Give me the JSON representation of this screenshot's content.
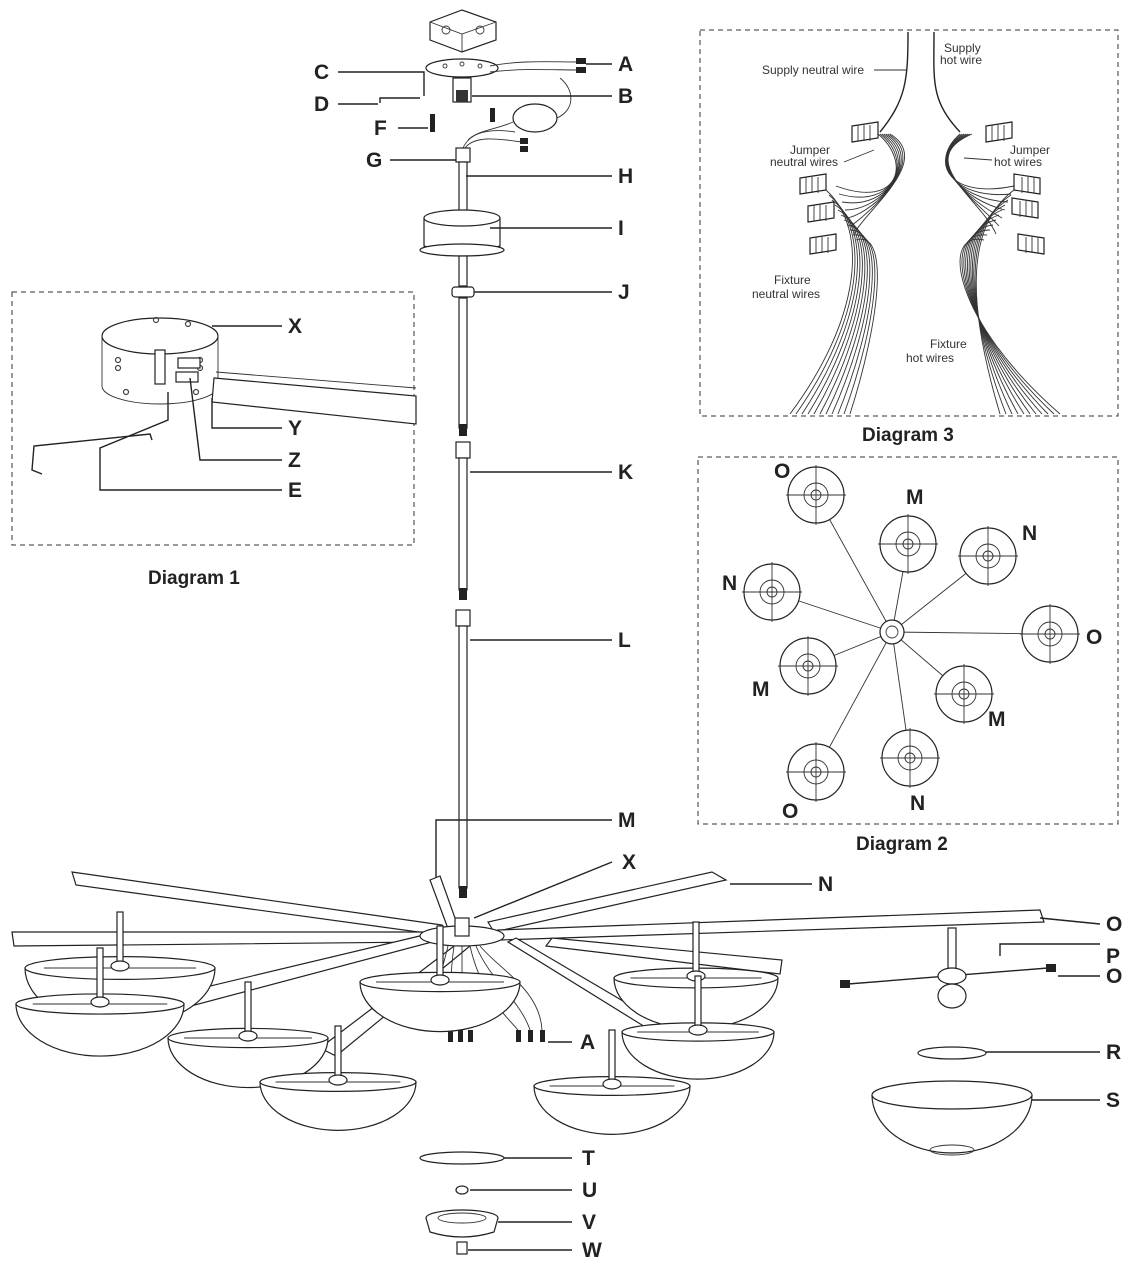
{
  "labels": {
    "A": "A",
    "B": "B",
    "C": "C",
    "D": "D",
    "F": "F",
    "G": "G",
    "H": "H",
    "I": "I",
    "J": "J",
    "K": "K",
    "L": "L",
    "M": "M",
    "X": "X",
    "N": "N",
    "O": "O",
    "P": "P",
    "R": "R",
    "S": "S",
    "T": "T",
    "U": "U",
    "V": "V",
    "W": "W",
    "Y": "Y",
    "Z": "Z",
    "E": "E"
  },
  "diagram1": {
    "caption": "Diagram 1"
  },
  "diagram2": {
    "caption": "Diagram 2"
  },
  "diagram3": {
    "caption": "Diagram 3",
    "supply_neutral": "Supply neutral wire",
    "supply_hot_1": "Supply",
    "supply_hot_2": "hot wire",
    "jumper_neutral_1": "Jumper",
    "jumper_neutral_2": "neutral wires",
    "jumper_hot_1": "Jumper",
    "jumper_hot_2": "hot wires",
    "fixture_neutral_1": "Fixture",
    "fixture_neutral_2": "neutral wires",
    "fixture_hot_1": "Fixture",
    "fixture_hot_2": "hot wires"
  }
}
